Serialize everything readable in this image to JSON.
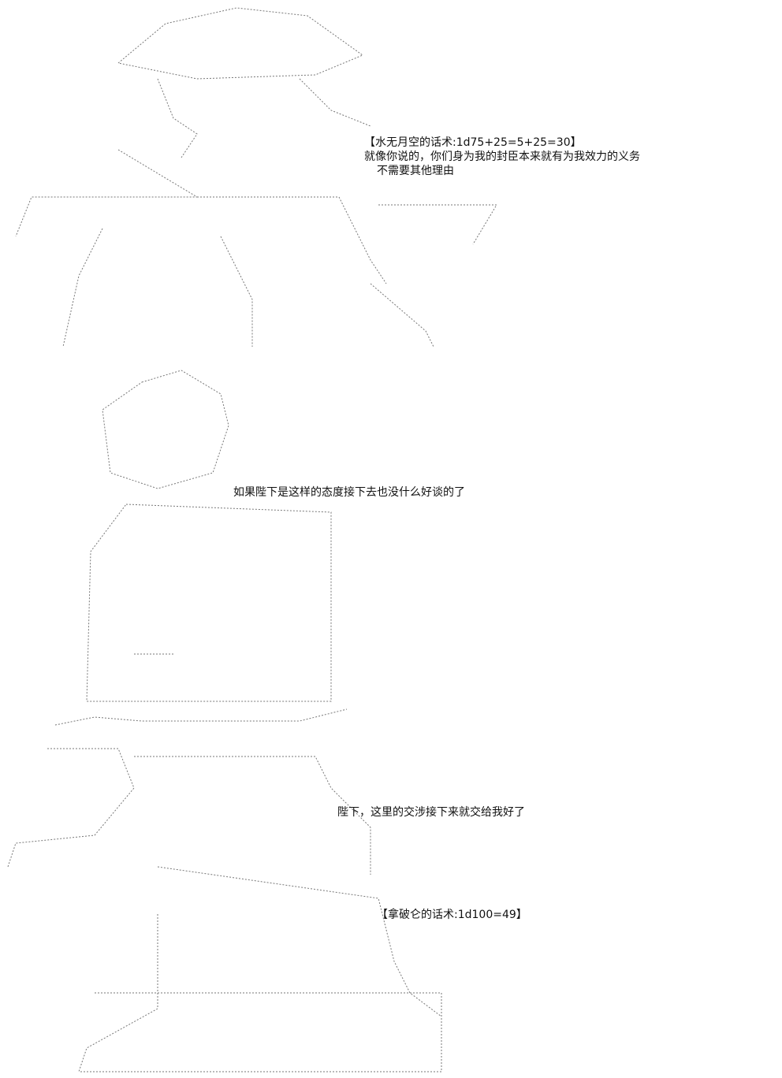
{
  "panels": [
    {
      "name": "figure-in-cloak",
      "lines": [
        "【水无月空的话术:1d75+25=5+25=30】",
        "就像你说的，你们身为我的封臣本来就有为我效力的义务",
        "不需要其他理由"
      ]
    },
    {
      "name": "figure-with-helmet",
      "lines": [
        "如果陛下是这样的态度接下去也没什么好谈的了"
      ]
    },
    {
      "name": "figure-seated",
      "lines": [
        "陛下，这里的交涉接下来就交给我好了",
        "【拿破仑的话术:1d100=49】"
      ]
    }
  ],
  "palette": {
    "background": "#ffffff",
    "line_art": "#555555",
    "text": "#111111"
  }
}
